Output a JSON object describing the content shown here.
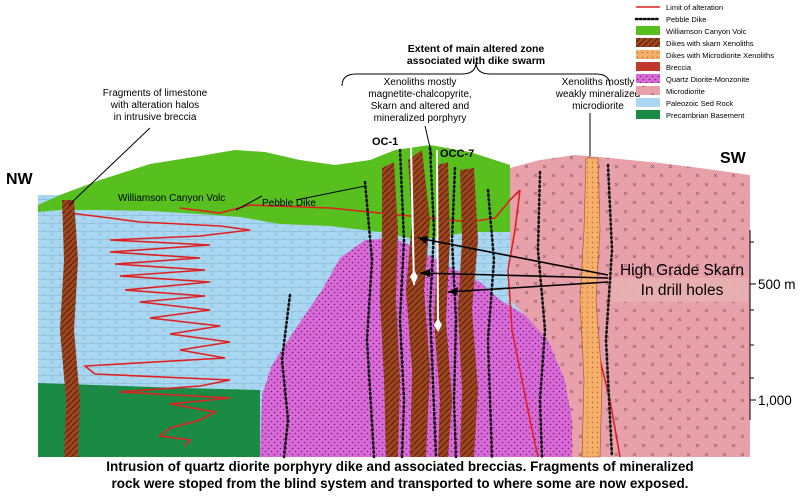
{
  "colors": {
    "williamson_canyon_volc": "#57c01e",
    "dike_skarn": "#a0461f",
    "dike_microdiorite": "#f6b06b",
    "breccia": "#c0392b",
    "quartz_diorite": "#d96bd9",
    "microdiorite": "#e8a0ab",
    "paleozoic_sed": "#a9d6f0",
    "precambrian": "#1a8a45",
    "alteration_line": "#e02020",
    "pebble_dike": "#111111"
  },
  "legend": {
    "items": [
      {
        "label": "Limit of alteration",
        "swatch": "line-red"
      },
      {
        "label": "Pebble Dike",
        "swatch": "dots-black"
      },
      {
        "label": "Williamson Canyon Volc",
        "swatch": "fill-green"
      },
      {
        "label": "Dikes with skarn Xenoliths",
        "swatch": "fill-brown"
      },
      {
        "label": "Dikes with Microdiorite Xenoliths",
        "swatch": "fill-orange"
      },
      {
        "label": "Breccia",
        "swatch": "fill-red"
      },
      {
        "label": "Quartz Diorite-Monzonite",
        "swatch": "fill-magenta"
      },
      {
        "label": "Microdiorite",
        "swatch": "fill-pink"
      },
      {
        "label": "Paleozoic Sed Rock",
        "swatch": "fill-lightblue"
      },
      {
        "label": "Precambrian Basement",
        "swatch": "fill-darkgreen"
      }
    ]
  },
  "labels": {
    "nw": "NW",
    "sw": "SW",
    "extent_line1": "Extent of main altered zone",
    "extent_line2": "associated with dike swarm",
    "fragments_line1": "Fragments of limestone",
    "fragments_line2": "with alteration halos",
    "fragments_line3": "in intrusive breccia",
    "xeno_mag_line1": "Xenoliths mostly",
    "xeno_mag_line2": "magnetite-chalcopyrite,",
    "xeno_mag_line3": "Skarn and altered and",
    "xeno_mag_line4": "mineralized porphyry",
    "xeno_weak_line1": "Xenoliths mostly",
    "xeno_weak_line2": "weakly mineralized",
    "xeno_weak_line3": "microdiorite",
    "oc1": "OC-1",
    "occ7": "OCC-7",
    "williamson_label": "Williamson Canyon Volc",
    "pebble_dike_label": "Pebble Dike",
    "high_grade_line1": "High Grade Skarn",
    "high_grade_line2": "In drill holes",
    "depth_500": "500 m",
    "depth_1000": "1,000"
  },
  "caption": {
    "line1": "Intrusion of quartz diorite porphyry dike and associated breccias. Fragments of mineralized",
    "line2": "rock were stoped from the blind system and transported to where some are now exposed."
  }
}
